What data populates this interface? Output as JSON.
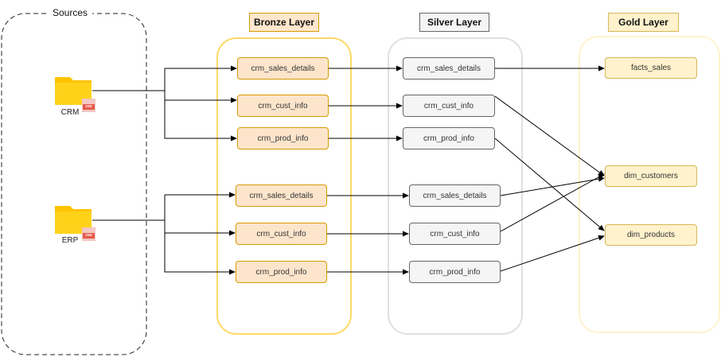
{
  "sources": {
    "title": "Sources",
    "crm_label": "CRM",
    "erp_label": "ERP",
    "file_badge": "csv"
  },
  "bronze": {
    "title": "Bronze Layer",
    "nodes": [
      "crm_sales_details",
      "crm_cust_info",
      "crm_prod_info",
      "crm_sales_details",
      "crm_cust_info",
      "crm_prod_info"
    ]
  },
  "silver": {
    "title": "Silver Layer",
    "nodes": [
      "crm_sales_details",
      "crm_cust_info",
      "crm_prod_info",
      "crm_sales_details",
      "crm_cust_info",
      "crm_prod_info"
    ]
  },
  "gold": {
    "title": "Gold Layer",
    "nodes": [
      "facts_sales",
      "dim_customers",
      "dim_products"
    ]
  },
  "colors": {
    "bronze_title_bg": "#ffe6cc",
    "bronze_border": "#ffd966",
    "silver_title_bg": "#f5f5f5",
    "silver_border": "#e0e0e0",
    "gold_title_bg": "#fff2cc",
    "gold_border": "#fff2cc",
    "folder_yellow": "#ffc400",
    "csv_red": "#e55a4b"
  }
}
